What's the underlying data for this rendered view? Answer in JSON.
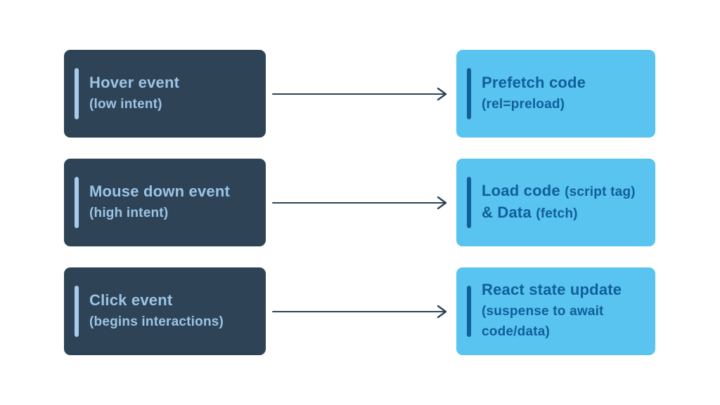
{
  "palette": {
    "background": "#ffffff",
    "dark_card_bg": "#2e4356",
    "dark_card_text": "#9cc3e5",
    "dark_card_bar": "#a6cbec",
    "light_card_bg": "#58c4ef",
    "light_card_text": "#115e9b",
    "light_card_bar": "#115e9b",
    "arrow": "#2e4356"
  },
  "rows": [
    {
      "left": {
        "lines": [
          [
            {
              "t": "Hover event",
              "s": "main"
            }
          ],
          [
            {
              "t": "(low intent)",
              "s": "paren"
            }
          ]
        ]
      },
      "right": {
        "lines": [
          [
            {
              "t": "Prefetch code",
              "s": "main"
            }
          ],
          [
            {
              "t": "(rel=preload)",
              "s": "paren"
            }
          ]
        ]
      }
    },
    {
      "left": {
        "lines": [
          [
            {
              "t": "Mouse down event",
              "s": "main"
            }
          ],
          [
            {
              "t": "(high intent)",
              "s": "paren"
            }
          ]
        ]
      },
      "right": {
        "lines": [
          [
            {
              "t": "Load code ",
              "s": "main"
            },
            {
              "t": "(script tag)",
              "s": "paren"
            }
          ],
          [
            {
              "t": "& Data ",
              "s": "main"
            },
            {
              "t": "(fetch)",
              "s": "paren"
            }
          ]
        ]
      }
    },
    {
      "left": {
        "lines": [
          [
            {
              "t": "Click event",
              "s": "main"
            }
          ],
          [
            {
              "t": "(begins interactions)",
              "s": "paren"
            }
          ]
        ]
      },
      "right": {
        "lines": [
          [
            {
              "t": "React state update",
              "s": "main"
            }
          ],
          [
            {
              "t": "(suspense to await",
              "s": "paren"
            }
          ],
          [
            {
              "t": "code/data)",
              "s": "paren"
            }
          ]
        ]
      }
    }
  ]
}
